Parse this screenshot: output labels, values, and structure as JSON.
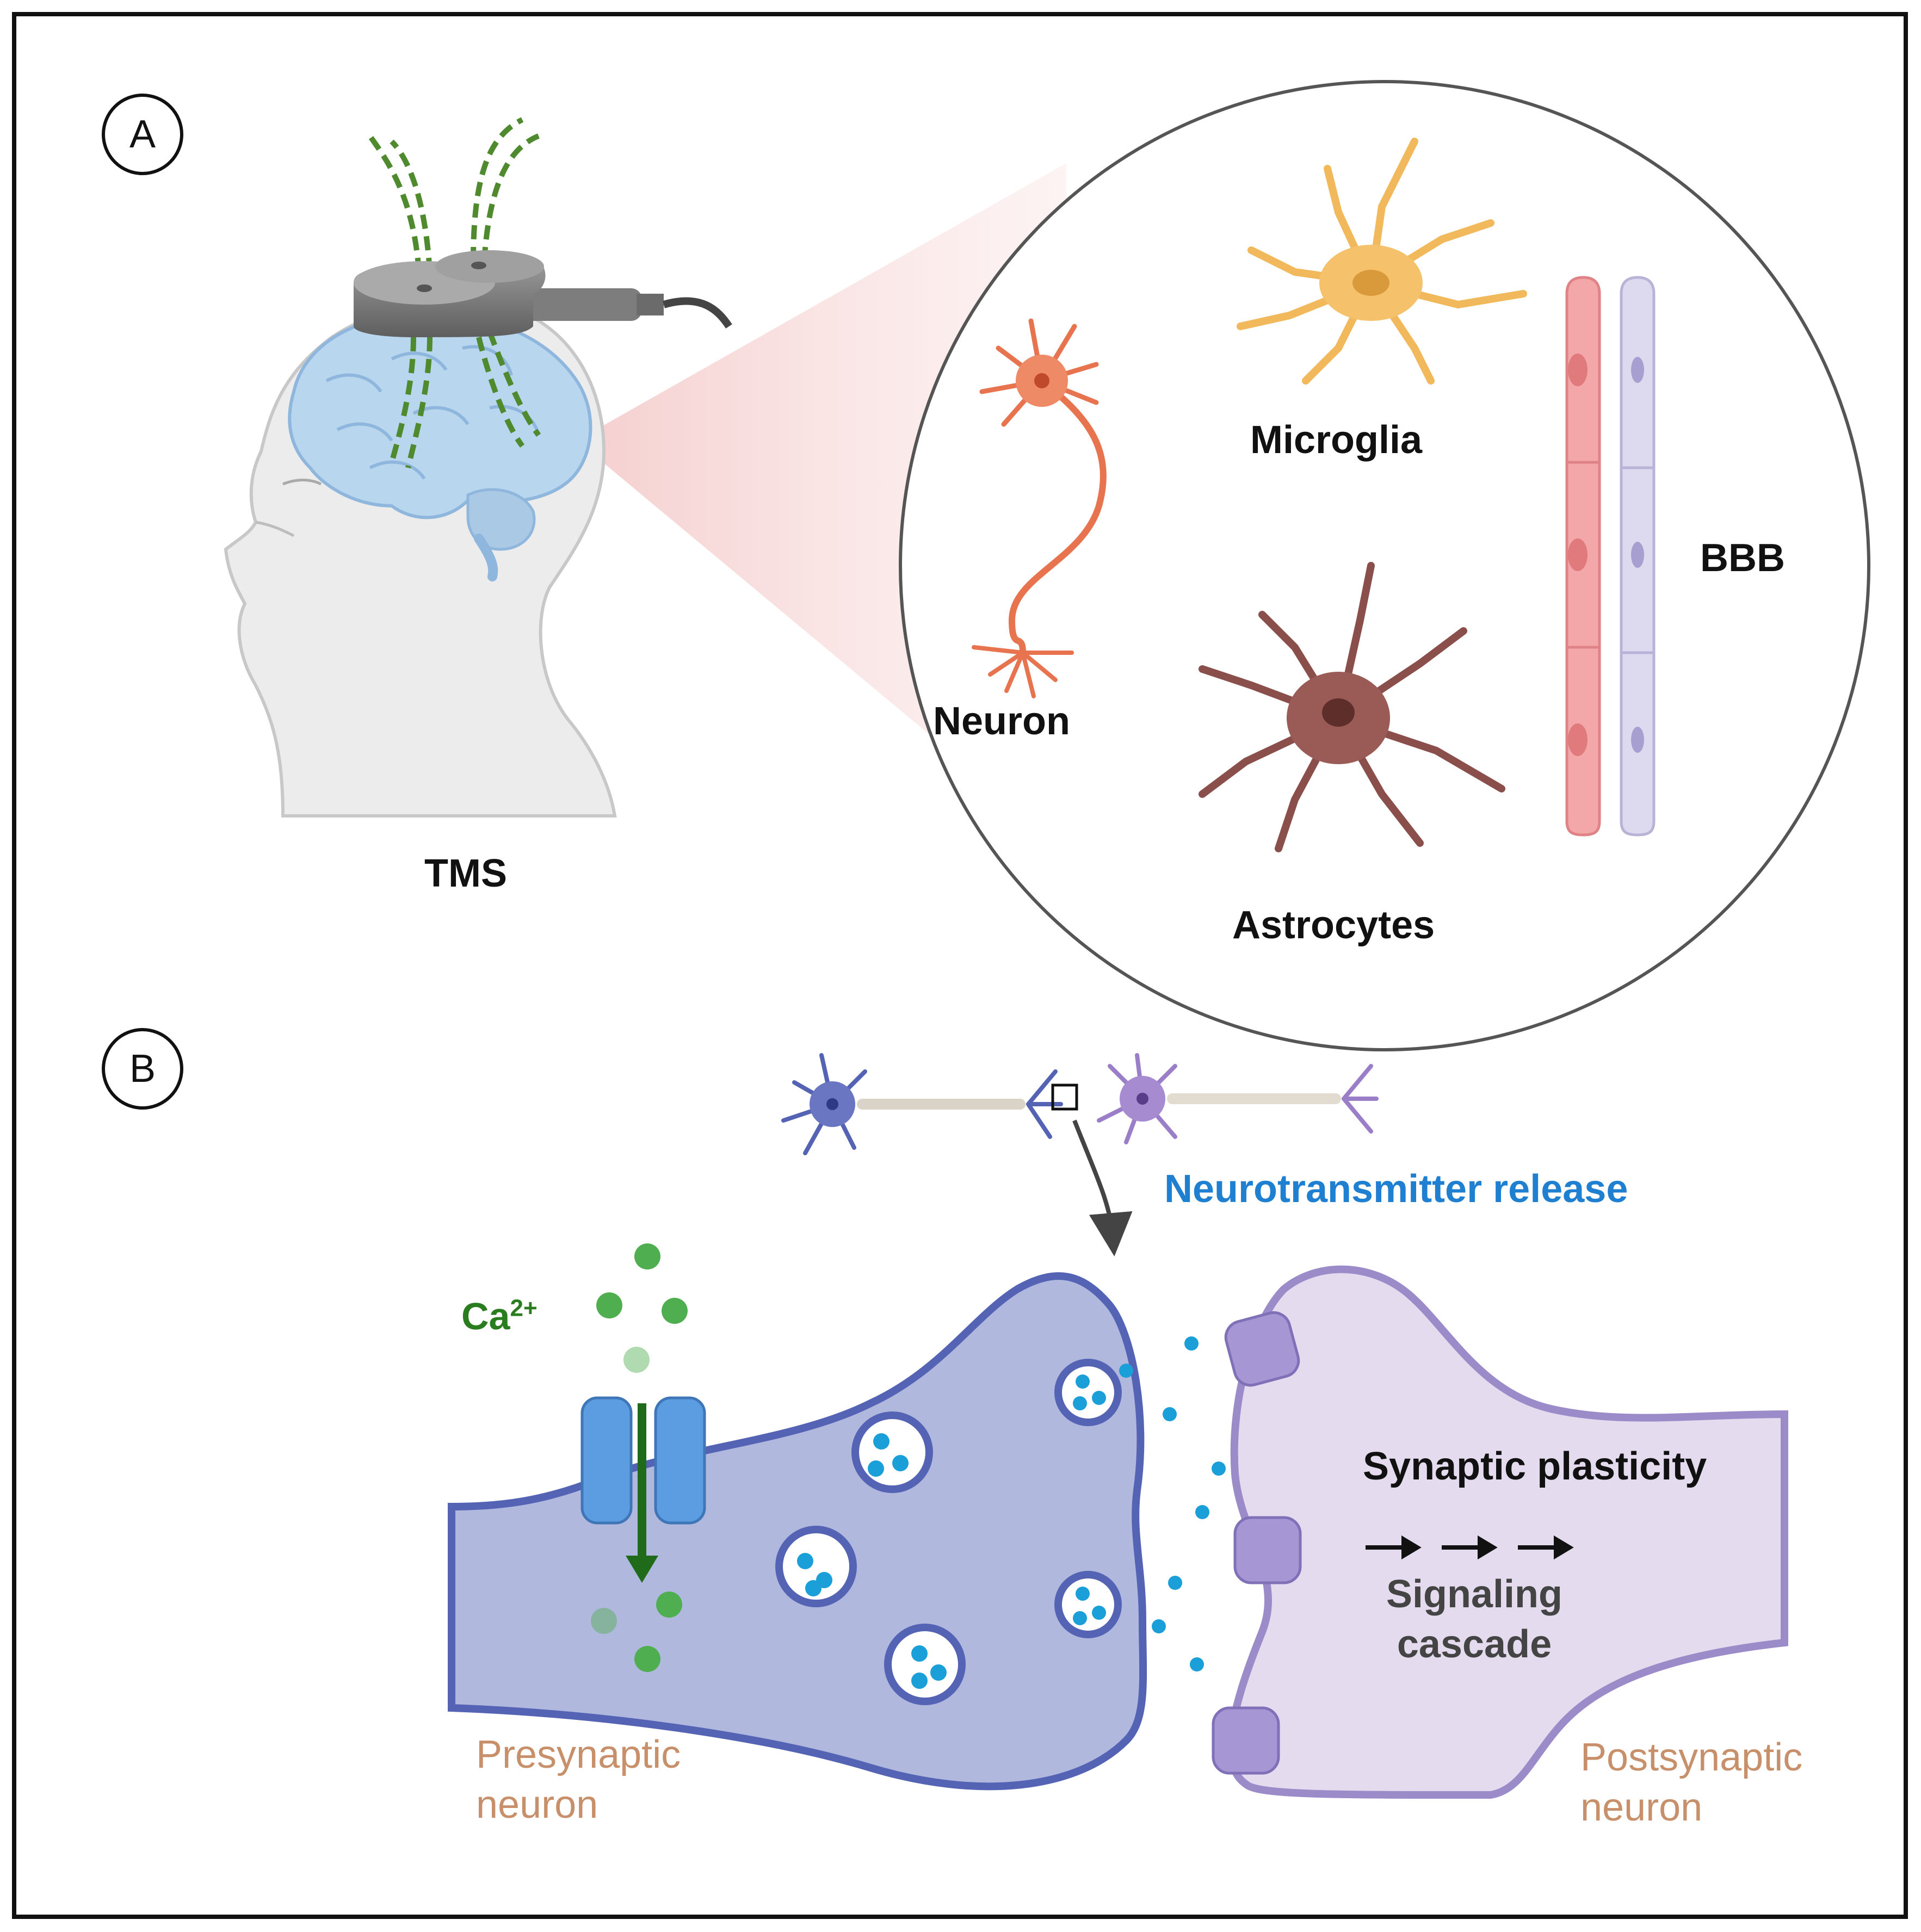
{
  "panel_a": {
    "badge": "A",
    "tms_label": "TMS",
    "cells": {
      "neuron": "Neuron",
      "microglia": "Microglia",
      "astrocytes": "Astrocytes",
      "bbb": "BBB"
    }
  },
  "panel_b": {
    "badge": "B",
    "neurotransmitter_release": "Neurotransmitter release",
    "ca_label": "Ca",
    "ca_superscript": "2+",
    "synaptic_plasticity": "Synaptic plasticity",
    "signaling_line1": "Signaling",
    "signaling_line2": "cascade",
    "presynaptic_line1": "Presynaptic",
    "presynaptic_line2": "neuron",
    "postsynaptic_line1": "Postsynaptic",
    "postsynaptic_line2": "neuron"
  },
  "colors": {
    "neuron": "#e8744f",
    "microglia": "#f2b95c",
    "astrocyte": "#8a4f4a",
    "bbb_red": "#f3a7a8",
    "bbb_lilac": "#d8d4ec",
    "presynaptic": "#5563b4",
    "postsynaptic": "#9b8cc9",
    "calcium": "#4fae4f",
    "neurotransmitter": "#1a9fd8",
    "label_blue": "#1f7fd0",
    "label_green": "#2a7d1e",
    "label_tan": "#c8906a"
  }
}
